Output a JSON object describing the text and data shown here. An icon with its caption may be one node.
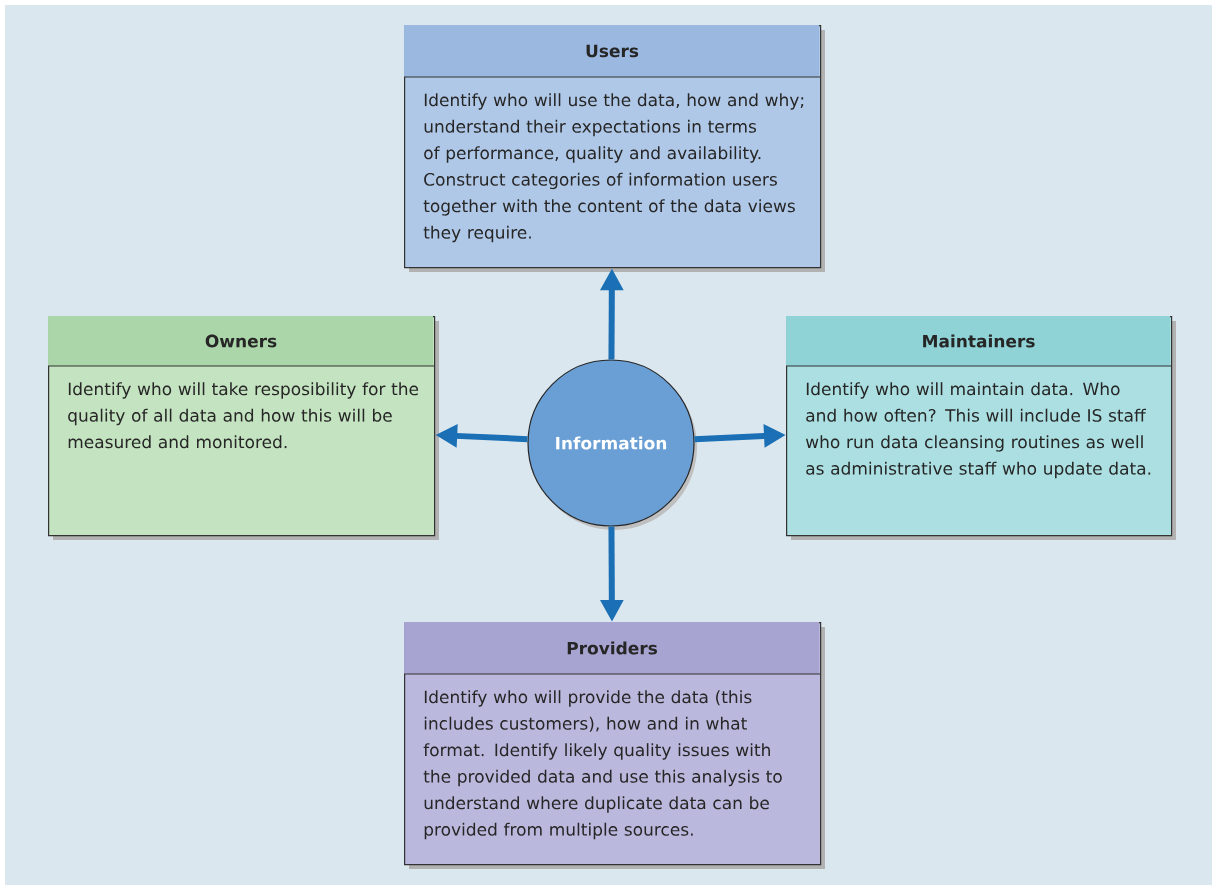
{
  "diagram": {
    "nodes": [
      {
        "text": [
          "Users",
          "Identify who will use the data, how  and why; understand their expectations in terms of performance, quality and availability. Construct categories of information users together with the content of the data views they require."
        ]
      },
      {
        "text": [
          "Owners",
          "Identify who will take resposibility for the quality of all data and how this will be measured and monitored."
        ]
      },
      {
        "text": [
          "Information"
        ]
      },
      {
        "text": [
          "Maintainers",
          "Identify who will maintain data. Who and how often? This will include IS staff who run data cleansing routines as well as administrative staff who update data."
        ]
      },
      {
        "text": [
          "Providers",
          "Identify who will provide the data (this includes customers), how and in what format. Identify likely quality issues with the provided data and use this analysis to understand where duplicate data can be provided from multiple sources."
        ]
      }
    ],
    "edges": [
      {
        "from": 2,
        "to": 0,
        "arrow": "to"
      },
      {
        "from": 2,
        "to": 1,
        "arrow": "to"
      },
      {
        "from": 2,
        "to": 3,
        "arrow": "to"
      },
      {
        "from": 2,
        "to": 4,
        "arrow": "to"
      }
    ]
  }
}
